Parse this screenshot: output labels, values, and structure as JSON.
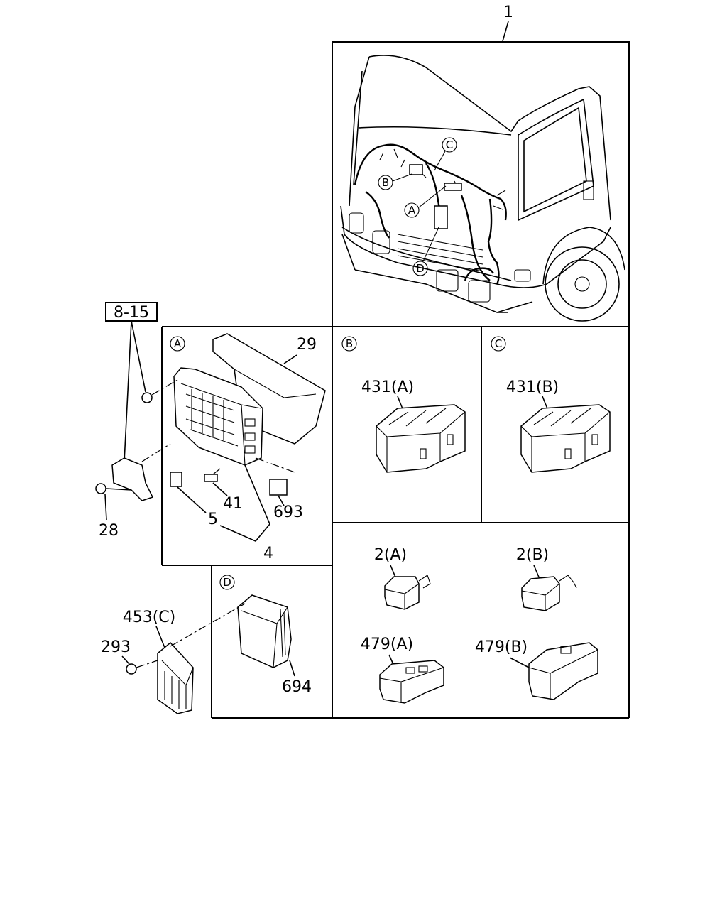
{
  "callouts": {
    "main_assembly": "1",
    "fuse_box_cover": "29",
    "nut_group": "8-15",
    "bolt": "28",
    "fuse_box": "4",
    "fuse_a": "5",
    "fuse_b": "41",
    "relay_a": "693",
    "connector_431a": "431(A)",
    "connector_431b": "431(B)",
    "relay_2a": "2(A)",
    "relay_2b": "2(B)",
    "connector_479a": "479(A)",
    "connector_479b": "479(B)",
    "control_unit": "453(C)",
    "nut_293": "293",
    "module_694": "694"
  },
  "detail_markers": {
    "a": "A",
    "b": "B",
    "c": "C",
    "d": "D"
  }
}
